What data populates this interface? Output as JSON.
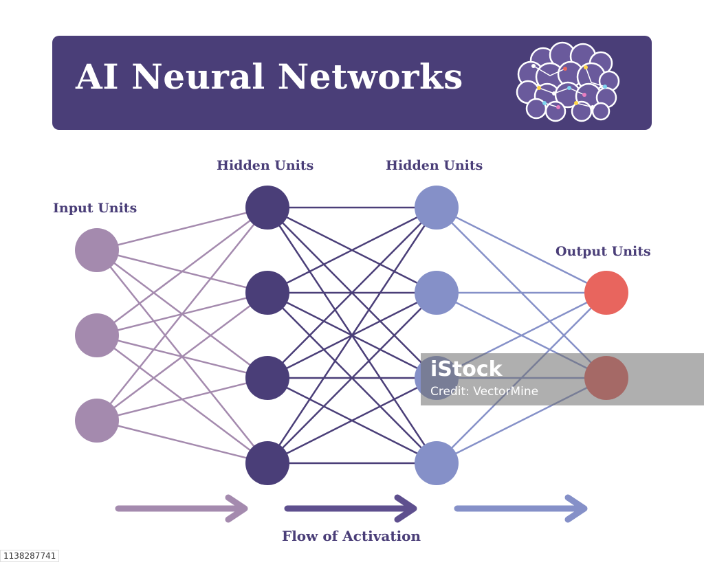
{
  "title": "AI Neural Networks",
  "labels": {
    "input": "Input Units",
    "hidden_1": "Hidden Units",
    "hidden_2": "Hidden Units",
    "output": "Output Units",
    "flow": "Flow of Activation"
  },
  "layers": [
    {
      "name": "input",
      "units": 3,
      "color": "#a48aae"
    },
    {
      "name": "hidden_1",
      "units": 4,
      "color": "#4a3e78"
    },
    {
      "name": "hidden_2",
      "units": 4,
      "color": "#8590c8"
    },
    {
      "name": "output",
      "units": 2,
      "color": "#e8655e"
    }
  ],
  "connections": [
    {
      "from": "input",
      "to": "hidden_1",
      "color": "#a48aae"
    },
    {
      "from": "hidden_1",
      "to": "hidden_2",
      "color": "#4a3e78"
    },
    {
      "from": "hidden_2",
      "to": "output",
      "color": "#8590c8"
    }
  ],
  "arrows": [
    {
      "color": "#a48aae"
    },
    {
      "color": "#5e4f8e"
    },
    {
      "color": "#8590c8"
    }
  ],
  "icon": "brain-icon",
  "watermark": {
    "brand": "iStock",
    "credit": "Credit: VectorMine"
  },
  "stock_id": "1138287741",
  "colors": {
    "banner": "#4a3e78",
    "text": "#4a3e78"
  }
}
